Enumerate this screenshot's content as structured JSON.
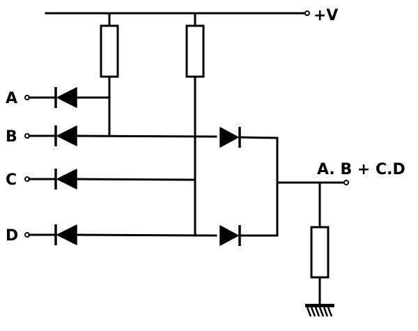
{
  "supply": {
    "label": "+V"
  },
  "inputs": [
    {
      "label": "A"
    },
    {
      "label": "B"
    },
    {
      "label": "C"
    },
    {
      "label": "D"
    }
  ],
  "output": {
    "label": "A. B + C.D"
  },
  "colors": {
    "ink": "#000000",
    "paper": "#ffffff"
  }
}
